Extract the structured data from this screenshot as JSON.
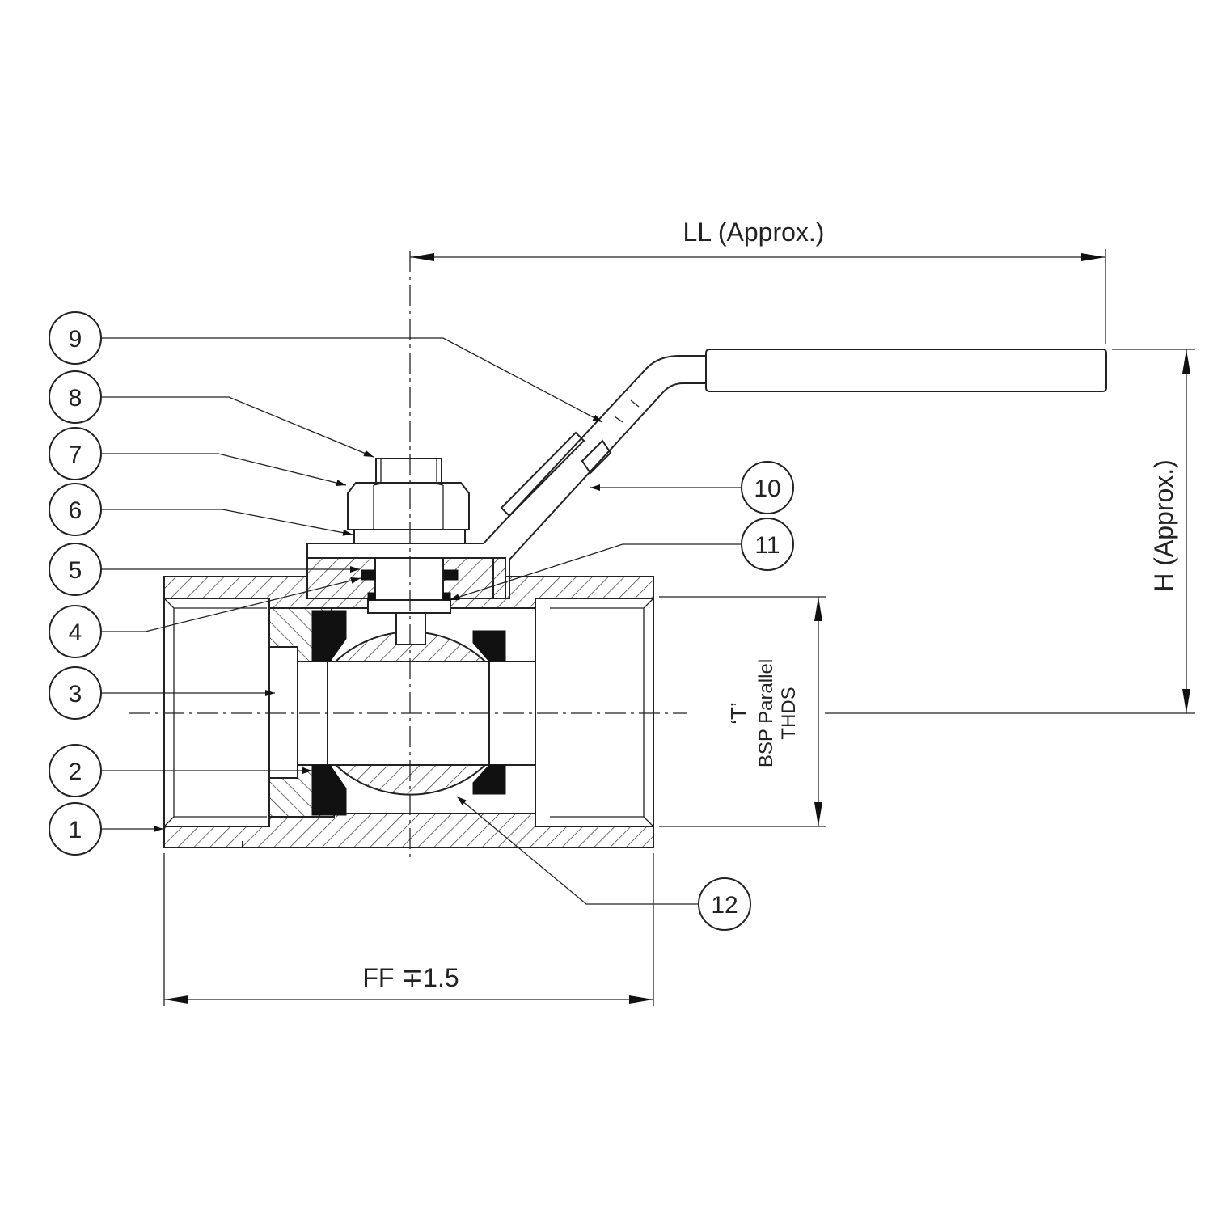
{
  "title": "Ball valve sectional drawing",
  "dimensions": {
    "ll": "LL (Approx.)",
    "h": "H (Approx.)",
    "ff": "FF ∓1.5",
    "thread_t": "‘T’",
    "thread_type": "BSP Parallel",
    "thread_suffix": "THDS"
  },
  "balloons": [
    "1",
    "2",
    "3",
    "4",
    "5",
    "6",
    "7",
    "8",
    "9",
    "10",
    "11",
    "12"
  ],
  "colors": {
    "line": "#222222",
    "seal": "#111111",
    "background": "#ffffff"
  }
}
